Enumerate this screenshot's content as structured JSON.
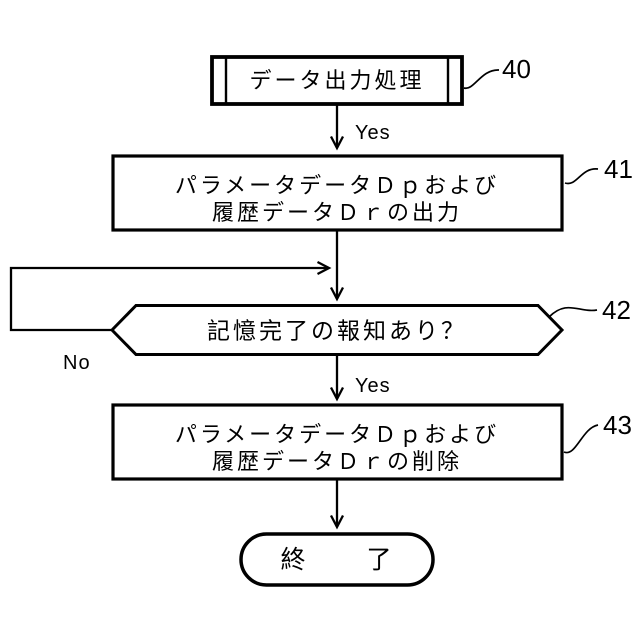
{
  "figure": {
    "type": "flowchart",
    "colors": {
      "line": "#000000",
      "background": "#ffffff"
    },
    "nodes": {
      "start": {
        "label": "データ出力処理",
        "ref": "40"
      },
      "output": {
        "line1": "パラメータデータＤｐおよび",
        "line2": "履歴データＤｒの出力",
        "ref": "41"
      },
      "decision": {
        "label": "記憶完了の報知あり？",
        "ref": "42"
      },
      "delete": {
        "line1": "パラメータデータＤｐおよび",
        "line2": "履歴データＤｒの削除",
        "ref": "43"
      },
      "end": {
        "label": "終　了"
      }
    },
    "edges": {
      "start_yes": {
        "label": "Yes"
      },
      "decision_yes": {
        "label": "Yes"
      },
      "decision_no": {
        "label": "No"
      }
    }
  }
}
